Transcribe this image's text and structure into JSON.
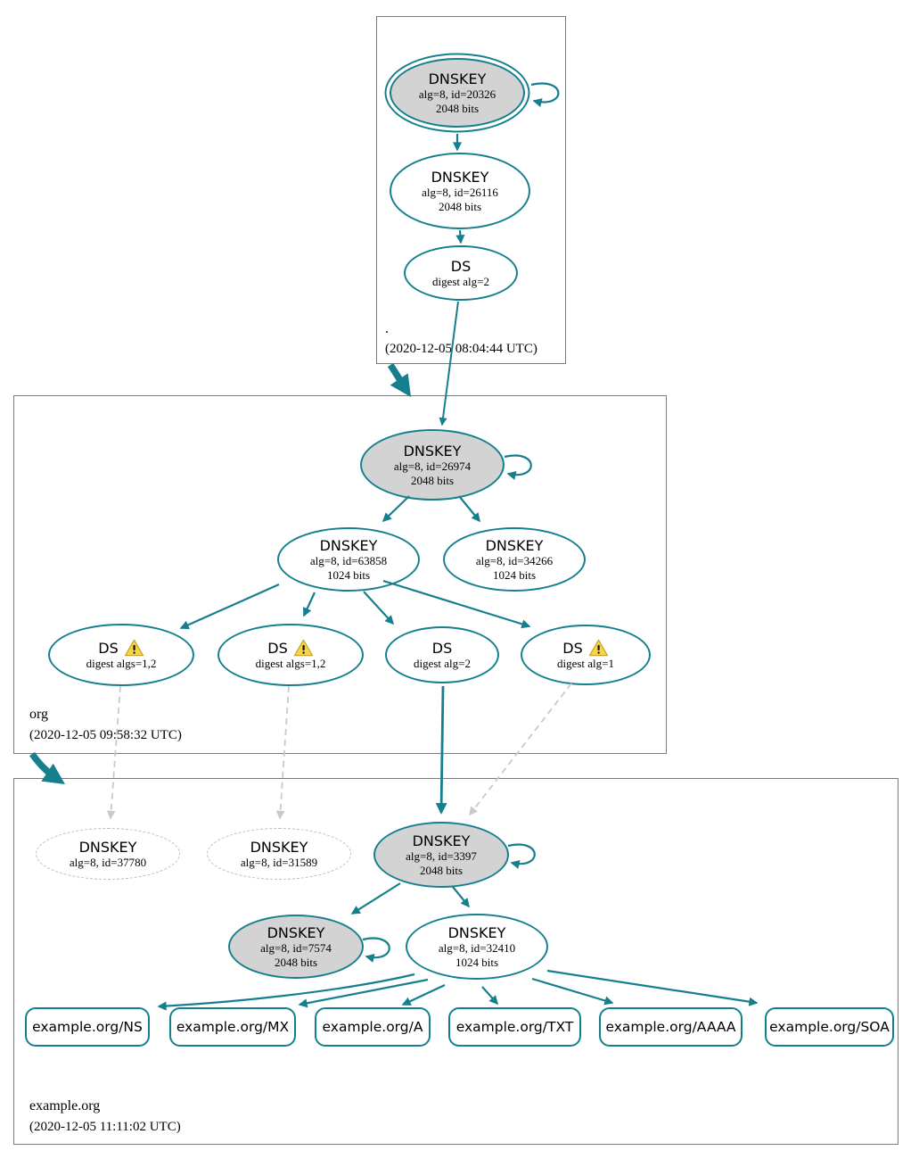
{
  "title": "DNSSEC authentication chain graph",
  "colors": {
    "accent_teal": "#157f8d",
    "key_fill_gray": "#d3d3d3",
    "dashed_gray": "#c9c9c9",
    "warning_fill": "#f7d548",
    "warning_border": "#c8a52c",
    "zone_box_border": "#7a7a7a"
  },
  "icons": {
    "warning": "triangle-exclamation"
  },
  "zones": {
    "root": {
      "label": ".",
      "timestamp": "(2020-12-05 08:04:44 UTC)",
      "nodes": {
        "ksk": {
          "title": "DNSKEY",
          "detail1": "alg=8, id=20326",
          "detail2": "2048 bits"
        },
        "zsk": {
          "title": "DNSKEY",
          "detail1": "alg=8, id=26116",
          "detail2": "2048 bits"
        },
        "ds": {
          "title": "DS",
          "detail1": "digest alg=2"
        }
      }
    },
    "org": {
      "label": "org",
      "timestamp": "(2020-12-05 09:58:32 UTC)",
      "nodes": {
        "ksk": {
          "title": "DNSKEY",
          "detail1": "alg=8, id=26974",
          "detail2": "2048 bits"
        },
        "zsk1": {
          "title": "DNSKEY",
          "detail1": "alg=8, id=63858",
          "detail2": "1024 bits"
        },
        "zsk2": {
          "title": "DNSKEY",
          "detail1": "alg=8, id=34266",
          "detail2": "1024 bits"
        },
        "ds1": {
          "title": "DS",
          "detail1": "digest algs=1,2",
          "warning": true
        },
        "ds2": {
          "title": "DS",
          "detail1": "digest algs=1,2",
          "warning": true
        },
        "ds3": {
          "title": "DS",
          "detail1": "digest alg=2",
          "warning": false
        },
        "ds4": {
          "title": "DS",
          "detail1": "digest alg=1",
          "warning": true
        }
      }
    },
    "example": {
      "label": "example.org",
      "timestamp": "(2020-12-05 11:11:02 UTC)",
      "nodes": {
        "missing1": {
          "title": "DNSKEY",
          "detail1": "alg=8, id=37780"
        },
        "missing2": {
          "title": "DNSKEY",
          "detail1": "alg=8, id=31589"
        },
        "ksk": {
          "title": "DNSKEY",
          "detail1": "alg=8, id=3397",
          "detail2": "2048 bits"
        },
        "sep": {
          "title": "DNSKEY",
          "detail1": "alg=8, id=7574",
          "detail2": "2048 bits"
        },
        "zsk": {
          "title": "DNSKEY",
          "detail1": "alg=8, id=32410",
          "detail2": "1024 bits"
        }
      },
      "rrsets": [
        {
          "label": "example.org/NS"
        },
        {
          "label": "example.org/MX"
        },
        {
          "label": "example.org/A"
        },
        {
          "label": "example.org/TXT"
        },
        {
          "label": "example.org/AAAA"
        },
        {
          "label": "example.org/SOA"
        }
      ]
    }
  }
}
